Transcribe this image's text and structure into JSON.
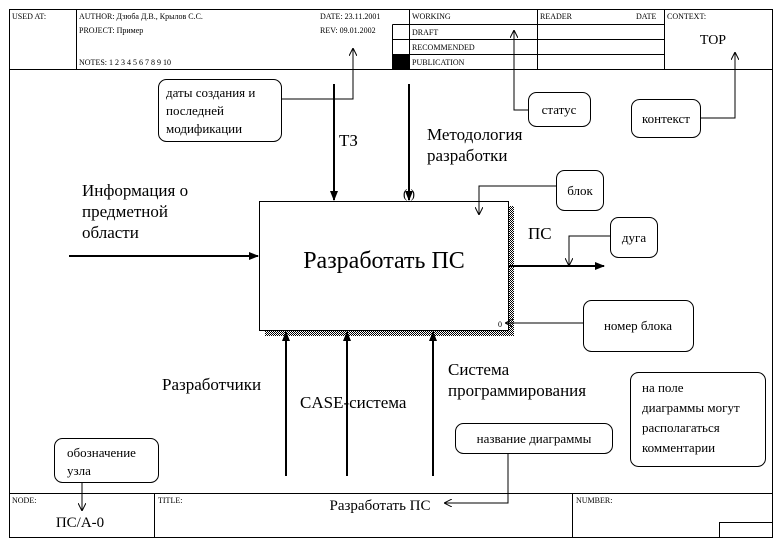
{
  "header": {
    "used_at": "USED AT:",
    "author": "AUTHOR: Дзюба Д.В., Крылов С.С.",
    "project": "PROJECT: Пример",
    "notes": "NOTES:  1  2  3  4  5  6  7  8  9  10",
    "date": "DATE: 23.11.2001",
    "rev": "REV:    09.01.2002",
    "status_rows": [
      "WORKING",
      "DRAFT",
      "RECOMMENDED",
      "PUBLICATION"
    ],
    "reader": "READER",
    "reader_date": "DATE",
    "context_label": "CONTEXT:",
    "context_value": "TOP"
  },
  "diagram": {
    "block_title": "Разработать ПС",
    "block_number": "0",
    "inputs": [
      "Информация о",
      "предметной",
      "области"
    ],
    "controls": [
      "ТЗ",
      "Методология",
      "разработки"
    ],
    "outputs": [
      "ПС"
    ],
    "mechanisms": [
      "Разработчики",
      "CASE-система",
      "Система",
      "программирования"
    ]
  },
  "callouts": {
    "dates": [
      "даты создания и",
      "последней",
      "модификации"
    ],
    "status": "статус",
    "context": "контекст",
    "block": "блок",
    "arc": "дуга",
    "block_number": "номер блока",
    "comments": [
      "на поле",
      "диаграммы могут",
      "располагаться",
      "комментарии"
    ],
    "diagram_name": "название диаграммы",
    "node_designation": [
      "обозначение",
      "узла"
    ]
  },
  "footer": {
    "node_label": "NODE:",
    "node_value": "ПС/А-0",
    "title_label": "TITLE:",
    "title_value": "Разработать ПС",
    "number_label": "NUMBER:"
  }
}
